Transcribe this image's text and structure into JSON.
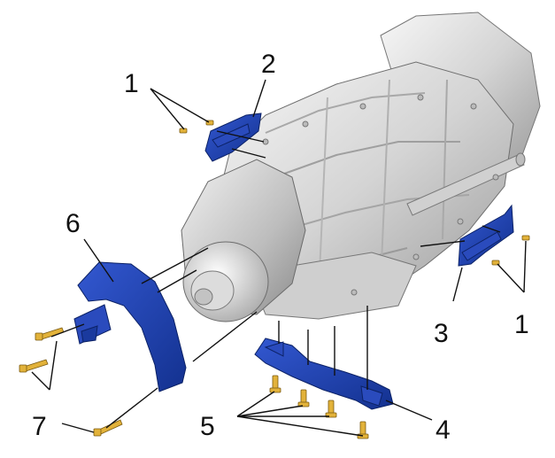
{
  "callouts": {
    "c1_top": "1",
    "c2": "2",
    "c6": "6",
    "c3": "3",
    "c1_right": "1",
    "c7": "7",
    "c5": "5",
    "c4": "4"
  },
  "colors": {
    "part_blue": "#1b3fa8",
    "part_blue_dark": "#0f2a80",
    "housing_light": "#eeeeee",
    "housing_mid": "#c9c9c9",
    "housing_dark": "#8d8d8d",
    "fastener": "#e2b23a",
    "line": "#111111"
  },
  "icons": {
    "transmission": "transmission-housing-illustration",
    "bracket": "bracket-icon",
    "cover": "flywheel-cover-icon",
    "bolt": "bolt-icon"
  }
}
